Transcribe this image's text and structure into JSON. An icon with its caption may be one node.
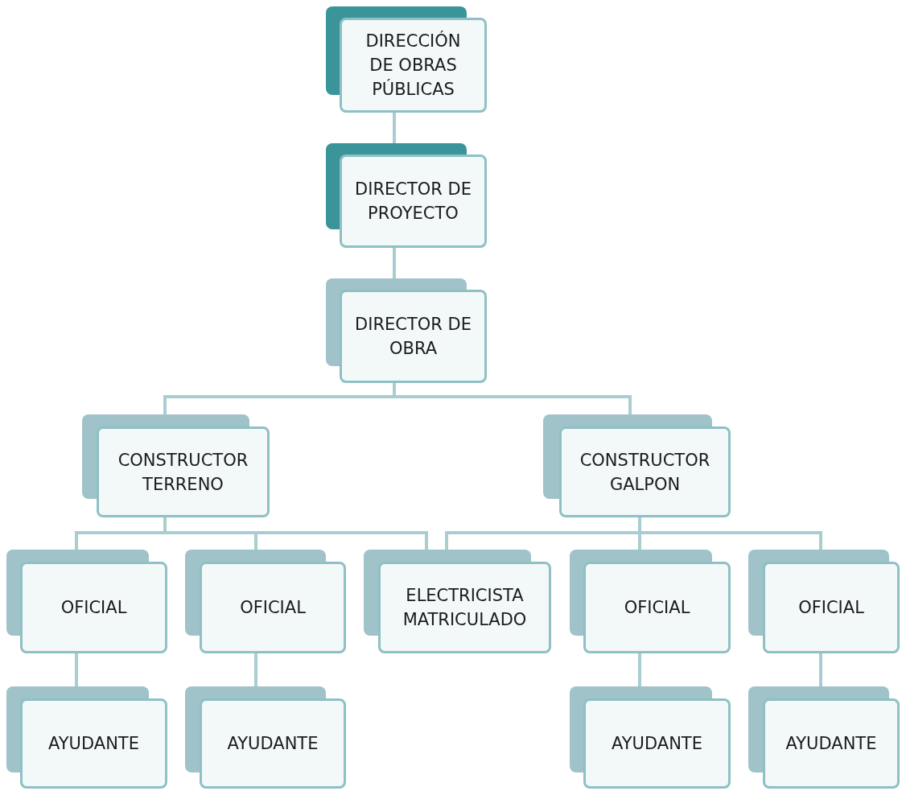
{
  "diagram": {
    "nodes": [
      {
        "text": [
          "DIRECCIÓN DE OBRAS PÚBLICAS"
        ]
      },
      {
        "text": [
          "DIRECTOR DE PROYECTO"
        ]
      },
      {
        "text": [
          "DIRECTOR DE OBRA"
        ]
      },
      {
        "text": [
          "CONSTRUCTOR TERRENO"
        ]
      },
      {
        "text": [
          "CONSTRUCTOR GALPON"
        ]
      },
      {
        "text": [
          "OFICIAL"
        ]
      },
      {
        "text": [
          "OFICIAL"
        ]
      },
      {
        "text": [
          "ELECTRICISTA MATRICULADO"
        ]
      },
      {
        "text": [
          "OFICIAL"
        ]
      },
      {
        "text": [
          "OFICIAL"
        ]
      },
      {
        "text": [
          "AYUDANTE"
        ]
      },
      {
        "text": [
          "AYUDANTE"
        ]
      },
      {
        "text": [
          "AYUDANTE"
        ]
      },
      {
        "text": [
          "AYUDANTE"
        ]
      }
    ],
    "edges": [
      {
        "from": 0,
        "to": 1,
        "arrow": "none"
      },
      {
        "from": 1,
        "to": 2,
        "arrow": "none"
      },
      {
        "from": 2,
        "to": 3,
        "arrow": "none"
      },
      {
        "from": 2,
        "to": 4,
        "arrow": "none"
      },
      {
        "from": 3,
        "to": 5,
        "arrow": "none"
      },
      {
        "from": 3,
        "to": 6,
        "arrow": "none"
      },
      {
        "from": 3,
        "to": 7,
        "arrow": "none"
      },
      {
        "from": 4,
        "to": 7,
        "arrow": "none"
      },
      {
        "from": 4,
        "to": 8,
        "arrow": "none"
      },
      {
        "from": 4,
        "to": 9,
        "arrow": "none"
      },
      {
        "from": 5,
        "to": 10,
        "arrow": "none"
      },
      {
        "from": 6,
        "to": 11,
        "arrow": "none"
      },
      {
        "from": 8,
        "to": 12,
        "arrow": "none"
      },
      {
        "from": 9,
        "to": 13,
        "arrow": "none"
      }
    ]
  }
}
